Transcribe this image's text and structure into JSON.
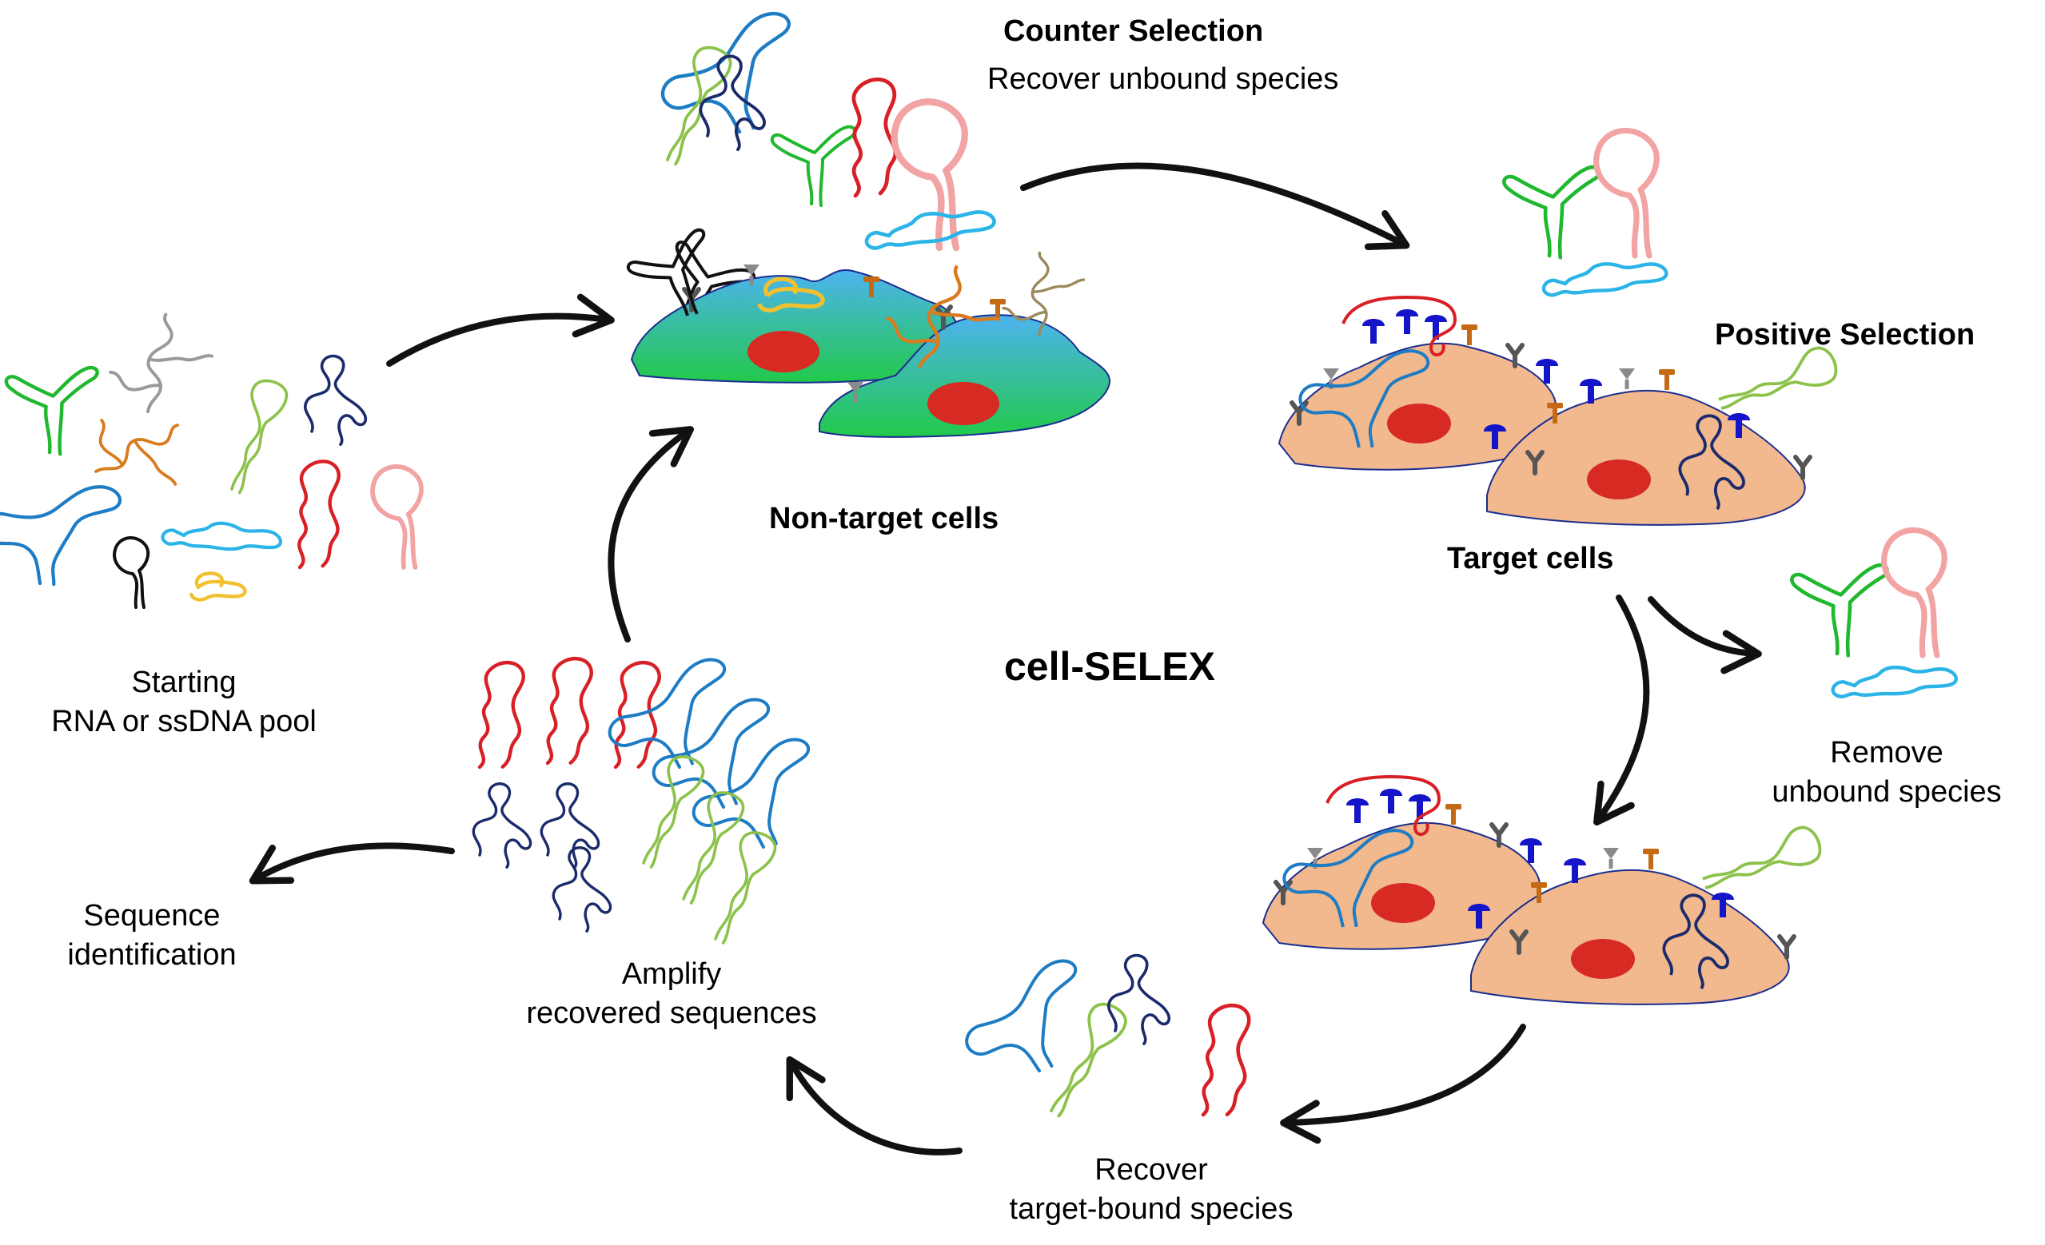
{
  "title": "cell-SELEX",
  "labels": {
    "counter_selection_title": "Counter Selection",
    "counter_selection_sub": "Recover unbound species",
    "positive_selection": "Positive Selection",
    "non_target_cells": "Non-target cells",
    "target_cells": "Target cells",
    "starting_pool_line1": "Starting",
    "starting_pool_line2": "RNA or ssDNA pool",
    "remove_unbound_line1": "Remove",
    "remove_unbound_line2": "unbound species",
    "sequence_id_line1": "Sequence",
    "sequence_id_line2": "identification",
    "amplify_line1": "Amplify",
    "amplify_line2": "recovered sequences",
    "recover_bound_line1": "Recover",
    "recover_bound_line2": "target-bound species"
  },
  "colors": {
    "arrow": "#111111",
    "nontarget_cell_top": "#4db3f0",
    "nontarget_cell_bottom": "#22c94a",
    "target_cell": "#f2b88e",
    "cell_outline": "#1a2d8f",
    "nucleus": "#d62a22",
    "aptamer_red": "#d81f26",
    "aptamer_blue": "#1d7cc4",
    "aptamer_navy": "#1b2a6b",
    "aptamer_lightgreen": "#8cc24b",
    "aptamer_green": "#1fb82e",
    "aptamer_orange": "#d97b1e",
    "aptamer_gray": "#9a9a9a",
    "aptamer_pink": "#f2a3a3",
    "aptamer_cyan": "#2ab4e8",
    "aptamer_yellow": "#f2c12e",
    "receptor_blue": "#1414c8",
    "receptor_orange": "#c46a14",
    "receptor_gray": "#555555"
  }
}
